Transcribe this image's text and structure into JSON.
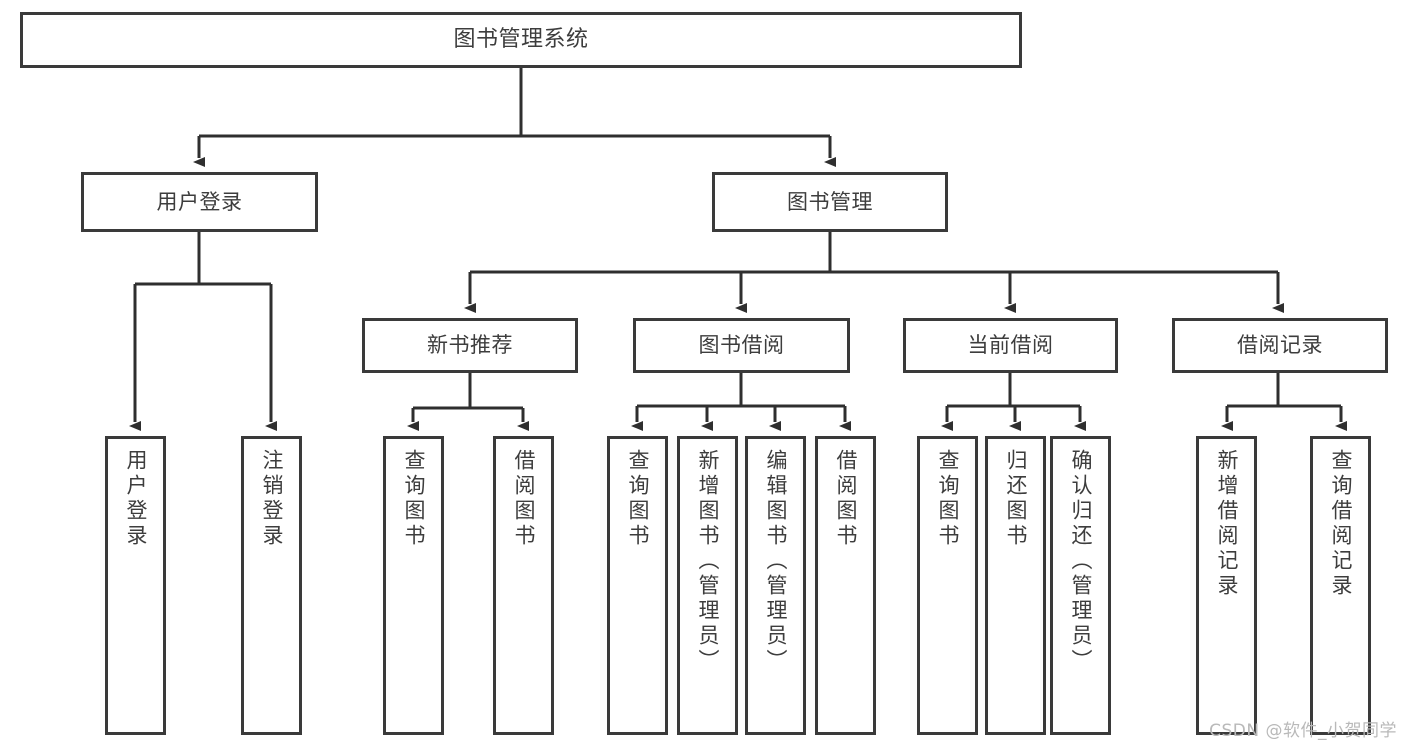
{
  "diagram": {
    "type": "tree",
    "title": "图书管理系统",
    "watermark": "CSDN @软件_小贺同学",
    "colors": {
      "box_border": "#3a3a3a",
      "box_fill": "#ffffff",
      "text": "#3d3d3d",
      "connector": "#2f2f2f",
      "watermark": "#b9b9b9"
    },
    "nodes": {
      "root": {
        "label": "图书管理系统"
      },
      "level2": [
        {
          "id": "user-login",
          "label": "用户登录"
        },
        {
          "id": "book-management",
          "label": "图书管理"
        }
      ],
      "level3": [
        {
          "id": "new-book-recommend",
          "label": "新书推荐"
        },
        {
          "id": "book-borrow",
          "label": "图书借阅"
        },
        {
          "id": "current-borrow",
          "label": "当前借阅"
        },
        {
          "id": "borrow-record",
          "label": "借阅记录"
        }
      ],
      "leaves": {
        "user-login": [
          {
            "id": "leaf-user-login",
            "label": "用户登录"
          },
          {
            "id": "leaf-logout-login",
            "label": "注销登录"
          }
        ],
        "new-book-recommend": [
          {
            "id": "leaf-query-book-1",
            "label": "查询图书"
          },
          {
            "id": "leaf-borrow-book-1",
            "label": "借阅图书"
          }
        ],
        "book-borrow": [
          {
            "id": "leaf-query-book-2",
            "label": "查询图书"
          },
          {
            "id": "leaf-add-book",
            "label": "新增图书（管理员）"
          },
          {
            "id": "leaf-edit-book",
            "label": "编辑图书（管理员）"
          },
          {
            "id": "leaf-borrow-book-2",
            "label": "借阅图书"
          }
        ],
        "current-borrow": [
          {
            "id": "leaf-query-book-3",
            "label": "查询图书"
          },
          {
            "id": "leaf-return-book",
            "label": "归还图书"
          },
          {
            "id": "leaf-confirm-return",
            "label": "确认归还（管理员）"
          }
        ],
        "borrow-record": [
          {
            "id": "leaf-add-record",
            "label": "新增借阅记录"
          },
          {
            "id": "leaf-query-record",
            "label": "查询借阅记录"
          }
        ]
      }
    }
  }
}
